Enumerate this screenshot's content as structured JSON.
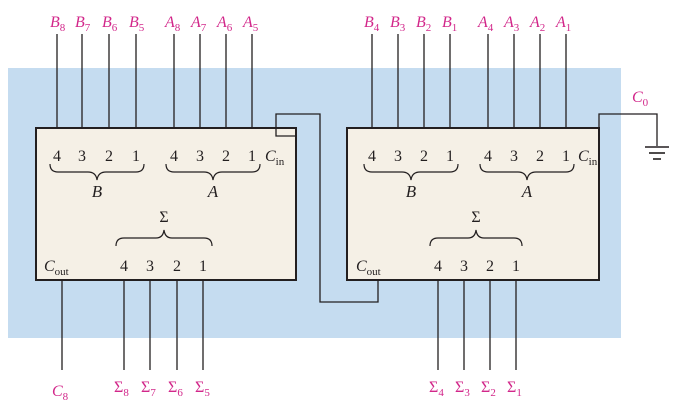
{
  "colors": {
    "background_panel": "#c5dcf0",
    "chip_fill": "#f5f0e6",
    "chip_stroke": "#231f20",
    "wire": "#231f20",
    "signal_label": "#d2278a",
    "pin_label": "#231f20"
  },
  "adders": [
    {
      "id": "upper-adder",
      "input_b_pins": [
        "4",
        "3",
        "2",
        "1"
      ],
      "input_a_pins": [
        "4",
        "3",
        "2",
        "1"
      ],
      "b_group_label": "B",
      "a_group_label": "A",
      "sum_group_label": "Σ",
      "sum_pins": [
        "4",
        "3",
        "2",
        "1"
      ],
      "carry_in_label": {
        "main": "C",
        "sub": "in"
      },
      "carry_out_label": {
        "main": "C",
        "sub": "out"
      },
      "b_inputs": [
        {
          "main": "B",
          "sub": "8"
        },
        {
          "main": "B",
          "sub": "7"
        },
        {
          "main": "B",
          "sub": "6"
        },
        {
          "main": "B",
          "sub": "5"
        }
      ],
      "a_inputs": [
        {
          "main": "A",
          "sub": "8"
        },
        {
          "main": "A",
          "sub": "7"
        },
        {
          "main": "A",
          "sub": "6"
        },
        {
          "main": "A",
          "sub": "5"
        }
      ],
      "sum_outputs": [
        {
          "main": "Σ",
          "sub": "8"
        },
        {
          "main": "Σ",
          "sub": "7"
        },
        {
          "main": "Σ",
          "sub": "6"
        },
        {
          "main": "Σ",
          "sub": "5"
        }
      ],
      "carry_output": {
        "main": "C",
        "sub": "8"
      }
    },
    {
      "id": "lower-adder",
      "input_b_pins": [
        "4",
        "3",
        "2",
        "1"
      ],
      "input_a_pins": [
        "4",
        "3",
        "2",
        "1"
      ],
      "b_group_label": "B",
      "a_group_label": "A",
      "sum_group_label": "Σ",
      "sum_pins": [
        "4",
        "3",
        "2",
        "1"
      ],
      "carry_in_label": {
        "main": "C",
        "sub": "in"
      },
      "carry_out_label": {
        "main": "C",
        "sub": "out"
      },
      "b_inputs": [
        {
          "main": "B",
          "sub": "4"
        },
        {
          "main": "B",
          "sub": "3"
        },
        {
          "main": "B",
          "sub": "2"
        },
        {
          "main": "B",
          "sub": "1"
        }
      ],
      "a_inputs": [
        {
          "main": "A",
          "sub": "4"
        },
        {
          "main": "A",
          "sub": "3"
        },
        {
          "main": "A",
          "sub": "2"
        },
        {
          "main": "A",
          "sub": "1"
        }
      ],
      "sum_outputs": [
        {
          "main": "Σ",
          "sub": "4"
        },
        {
          "main": "Σ",
          "sub": "3"
        },
        {
          "main": "Σ",
          "sub": "2"
        },
        {
          "main": "Σ",
          "sub": "1"
        }
      ],
      "carry_output": null
    }
  ],
  "carry_zero": {
    "main": "C",
    "sub": "0"
  },
  "ground_icon": "ground-symbol-icon"
}
